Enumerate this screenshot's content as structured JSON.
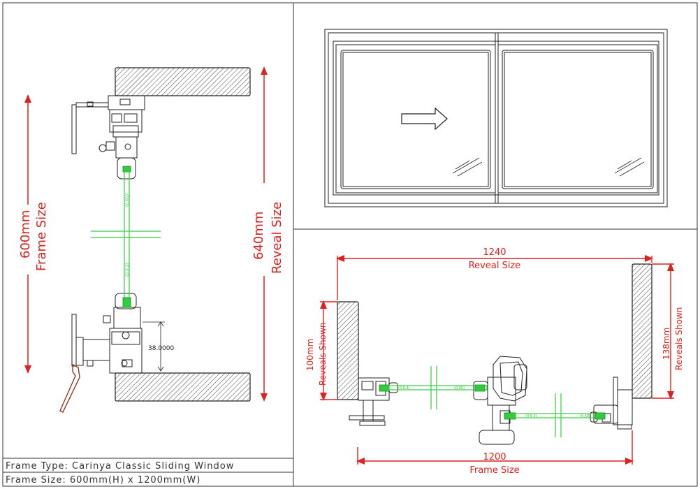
{
  "colors": {
    "dim": "#e0201f",
    "glass": "#2fce3a",
    "line": "#222222",
    "hatch": "#555555",
    "wall": "#ffffff"
  },
  "section_view": {
    "frame_size_value": "600mm",
    "frame_size_label": "Frame Size",
    "reveal_size_value": "640mm",
    "reveal_size_label": "Reveal Size",
    "sill_dim": "38.0000",
    "glass_code_top": "(0.60)",
    "glass_code_bottom": "(0.6.2)"
  },
  "plan_view": {
    "reveal_value": "1240",
    "reveal_label": "Reveal Size",
    "frame_value": "1200",
    "frame_label": "Frame Size",
    "left_reveal_value": "100mm",
    "left_reveal_label": "Reveals Shown",
    "right_reveal_value": "138mm",
    "right_reveal_label": "Reveals Shown",
    "glass_codes": [
      "(0.6.4)",
      "(0.60)",
      "(0.6.3)",
      "(0.60)"
    ]
  },
  "info": {
    "frame_type": "Frame Type:  Carinya  Classic  Sliding  Window",
    "frame_size": "Frame Size:  600mm(H)  x  1200mm(W)"
  }
}
